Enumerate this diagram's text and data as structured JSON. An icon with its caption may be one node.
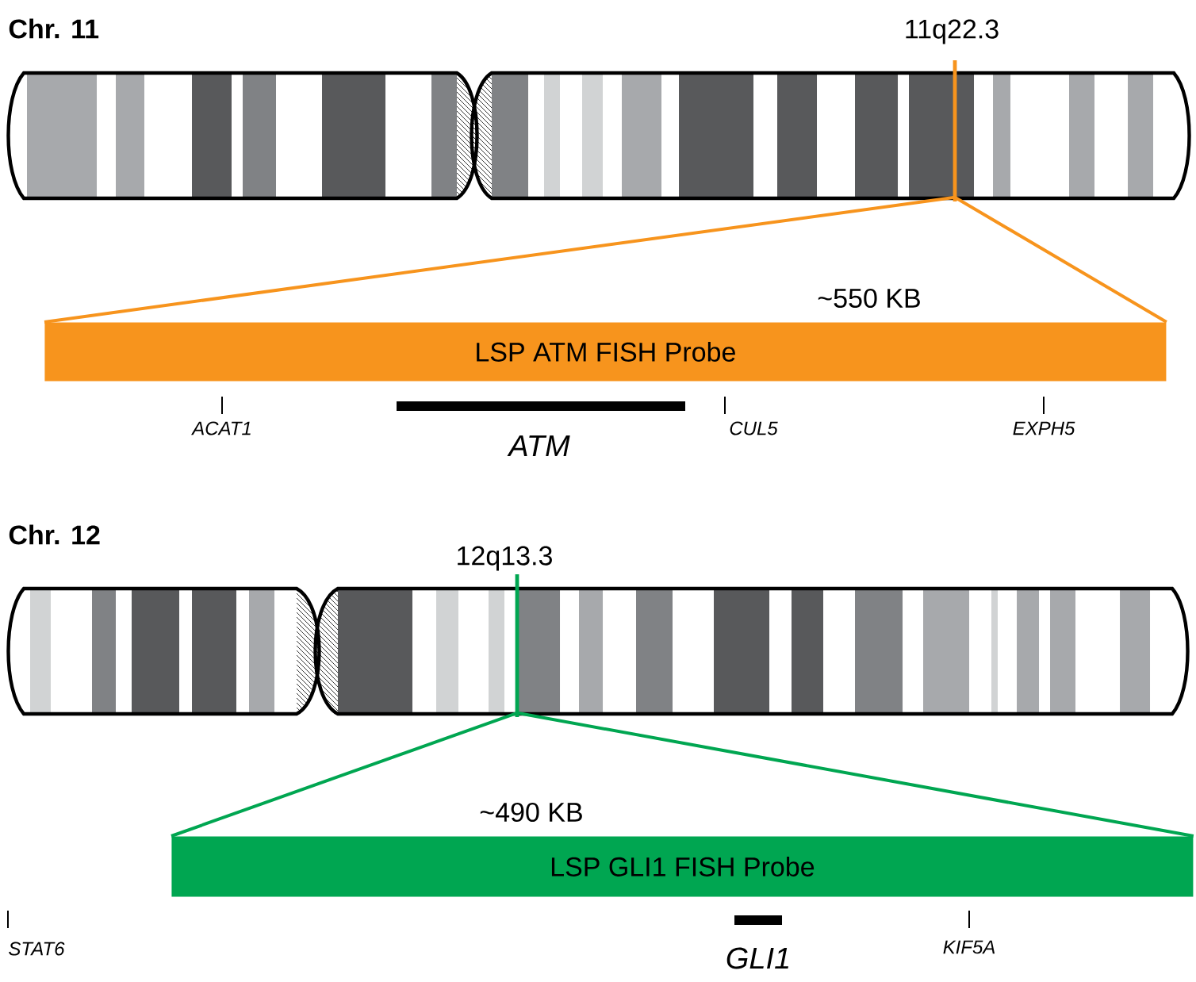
{
  "diagram": {
    "nodes": [
      {
        "text": [],
        "shape": "bar"
      },
      {
        "text": [
          "LSP ATM FISH Probe"
        ],
        "beside": [
          "~550 KB"
        ]
      },
      {
        "text": [],
        "shape": "bar"
      },
      {
        "text": [
          "LSP GLI1 FISH Probe"
        ],
        "beside": [
          "~490 KB"
        ]
      }
    ],
    "edges": [
      {
        "from": 0,
        "to": 1,
        "arrow": "none",
        "color": "#f7941d"
      },
      {
        "from": 0,
        "to": 1,
        "arrow": "none",
        "color": "#f7941d"
      },
      {
        "from": 2,
        "to": 3,
        "arrow": "none",
        "color": "#00a651"
      },
      {
        "from": 2,
        "to": 3,
        "arrow": "none",
        "color": "#00a651"
      }
    ],
    "labels": [
      "Chr. 11",
      "11q22.3",
      "ACAT1",
      "ATM",
      "CUL5",
      "EXPH5",
      "Chr. 12",
      "12q13.3",
      "STAT6",
      "GLI1",
      "KIF5A"
    ]
  }
}
